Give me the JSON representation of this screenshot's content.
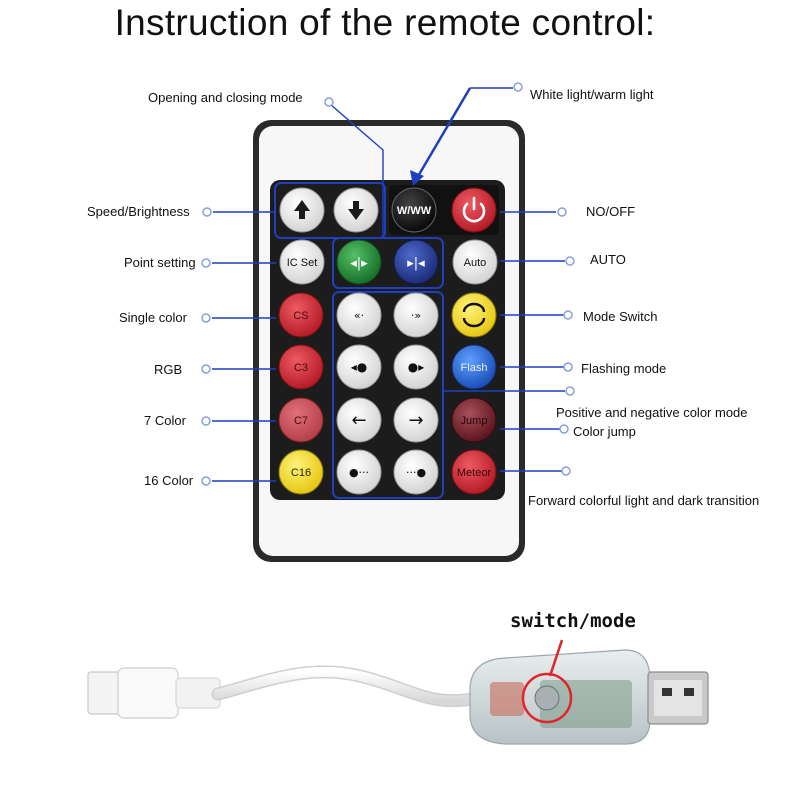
{
  "title": "Instruction of the remote control:",
  "callouts": {
    "opening_closing": "Opening and closing mode",
    "white_warm": "White light/warm light",
    "speed_brightness": "Speed/Brightness",
    "no_off": "NO/OFF",
    "point_setting": "Point setting",
    "auto": "AUTO",
    "single_color": "Single  color",
    "mode_switch": "Mode Switch",
    "rgb": "RGB",
    "flashing_mode": "Flashing mode",
    "pos_neg": "Positive and negative color mode",
    "seven_color": "7 Color",
    "color_jump": "Color jump",
    "sixteen_color": "16 Color",
    "forward": "Forward colorful light and dark transition"
  },
  "buttons": {
    "ww": "W/WW",
    "ic_set": "IC Set",
    "auto": "Auto",
    "cs": "CS",
    "c3": "C3",
    "c7": "C7",
    "c16": "C16",
    "flash": "Flash",
    "jump": "Jump",
    "meteor": "Meteor"
  },
  "icons": {
    "up": "▲",
    "down": "▼",
    "left": "←",
    "right": "→"
  },
  "switch_label": "switch/mode",
  "colors": {
    "callout_line": "#1f3fbf",
    "red_button": "#c8232f",
    "yellow_button": "#f0d81a",
    "blue_button": "#1f5fd0",
    "maroon_button": "#7a1f2a",
    "green_button": "#2a9a3a",
    "navy_button": "#223a9a"
  }
}
